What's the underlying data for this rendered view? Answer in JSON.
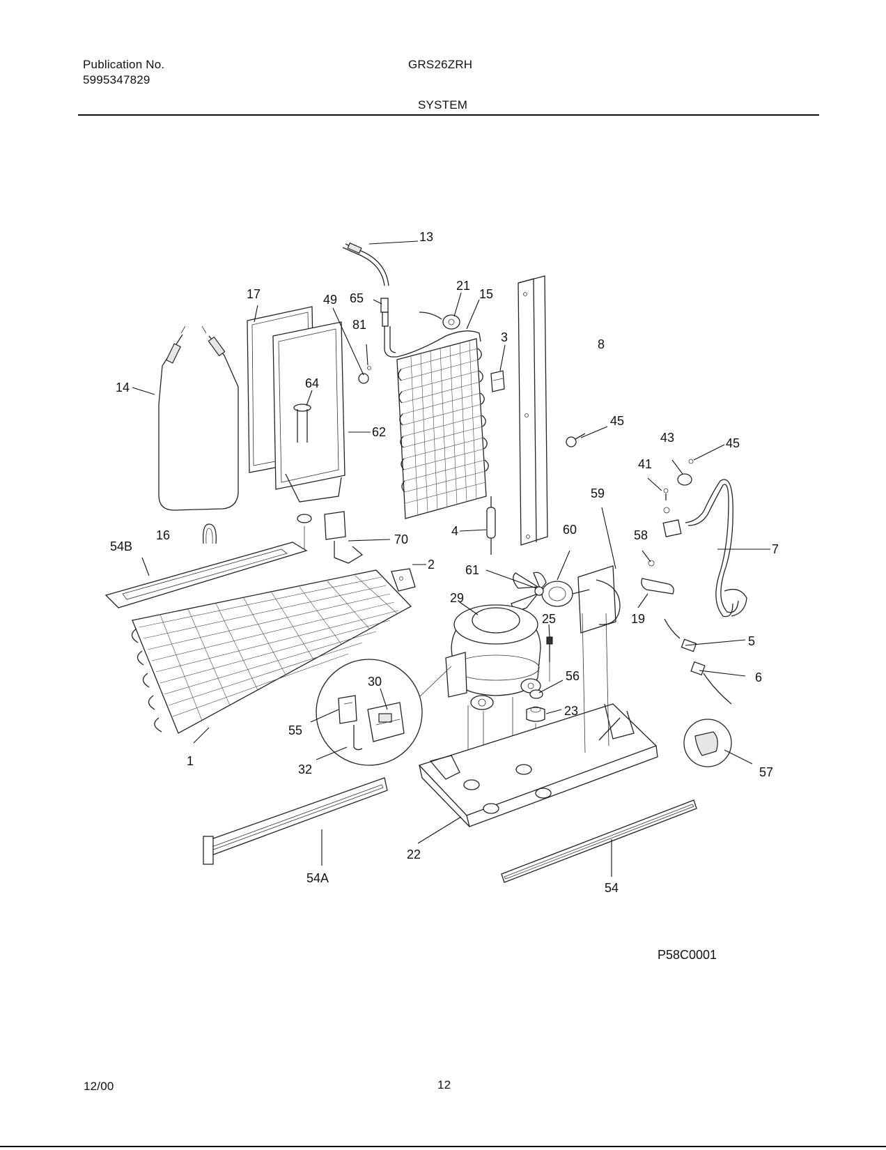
{
  "header": {
    "publication_label": "Publication No.",
    "publication_number": "5995347829",
    "model": "GRS26ZRH",
    "section": "SYSTEM"
  },
  "diagram": {
    "id": "P58C0001",
    "callouts": [
      "13",
      "17",
      "49",
      "65",
      "21",
      "15",
      "3",
      "8",
      "81",
      "14",
      "64",
      "62",
      "45",
      "43",
      "45",
      "41",
      "59",
      "16",
      "54B",
      "70",
      "60",
      "58",
      "7",
      "4",
      "2",
      "61",
      "29",
      "19",
      "25",
      "5",
      "6",
      "56",
      "30",
      "23",
      "55",
      "1",
      "57",
      "32",
      "22",
      "54A",
      "54"
    ]
  },
  "footer": {
    "date": "12/00",
    "page": "12"
  }
}
